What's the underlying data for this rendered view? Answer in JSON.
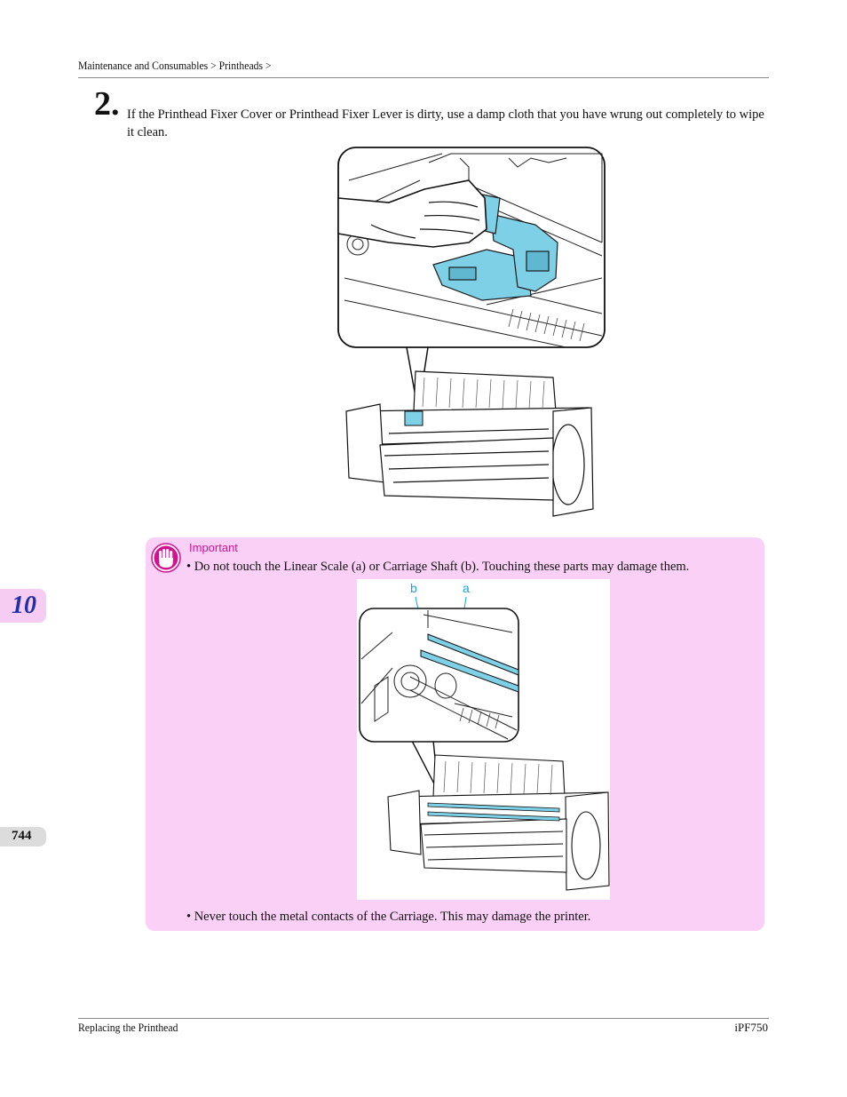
{
  "header": {
    "breadcrumb": "Maintenance and Consumables > Printheads >"
  },
  "step": {
    "number": "2.",
    "text": "If the Printhead Fixer Cover or Printhead Fixer Lever is dirty, use a damp cloth that you have wrung out completely to wipe it clean."
  },
  "side_tabs": {
    "chapter": "10",
    "page_number": "744"
  },
  "important": {
    "label": "Important",
    "bullet_mark": "•",
    "items": [
      "Do not touch the Linear Scale (a) or Carriage Shaft (b). Touching these parts may damage them.",
      "Never touch the metal contacts of the Carriage. This may damage the printer."
    ],
    "figure_labels": {
      "b": "b",
      "a": "a"
    }
  },
  "footer": {
    "left": "Replacing the Printhead",
    "right": "iPF750"
  },
  "colors": {
    "important_bg": "#fbd0f7",
    "important_label": "#d2138f",
    "chapter_tab_bg": "#f7ccf3",
    "chapter_number": "#1f2fa8",
    "carriage_blue": "#7dd0e6",
    "callout_label": "#1aa0d8"
  },
  "icons": [
    "hand-stop-icon"
  ]
}
